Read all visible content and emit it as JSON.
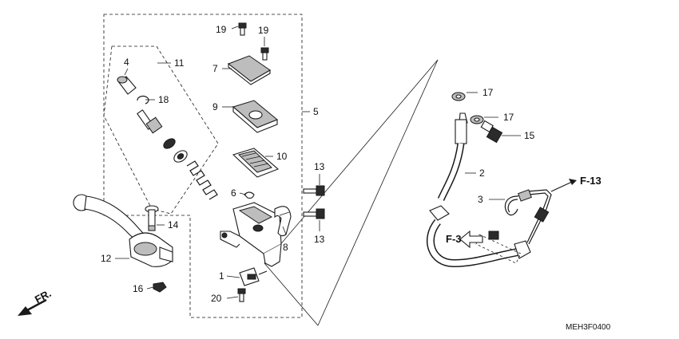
{
  "callouts": {
    "c1": "1",
    "c2": "2",
    "c3": "3",
    "c4": "4",
    "c5": "5",
    "c6": "6",
    "c7": "7",
    "c8": "8",
    "c9": "9",
    "c10": "10",
    "c11": "11",
    "c12": "12",
    "c13a": "13",
    "c13b": "13",
    "c14": "14",
    "c15": "15",
    "c16": "16",
    "c17a": "17",
    "c17b": "17",
    "c18": "18",
    "c19a": "19",
    "c19b": "19",
    "c20": "20"
  },
  "refs": {
    "f13": "F-13",
    "f3": "F-3",
    "fr": "FR."
  },
  "drawing_code": "MEH3F0400",
  "colors": {
    "line": "#1a1a1a",
    "background": "#ffffff"
  }
}
